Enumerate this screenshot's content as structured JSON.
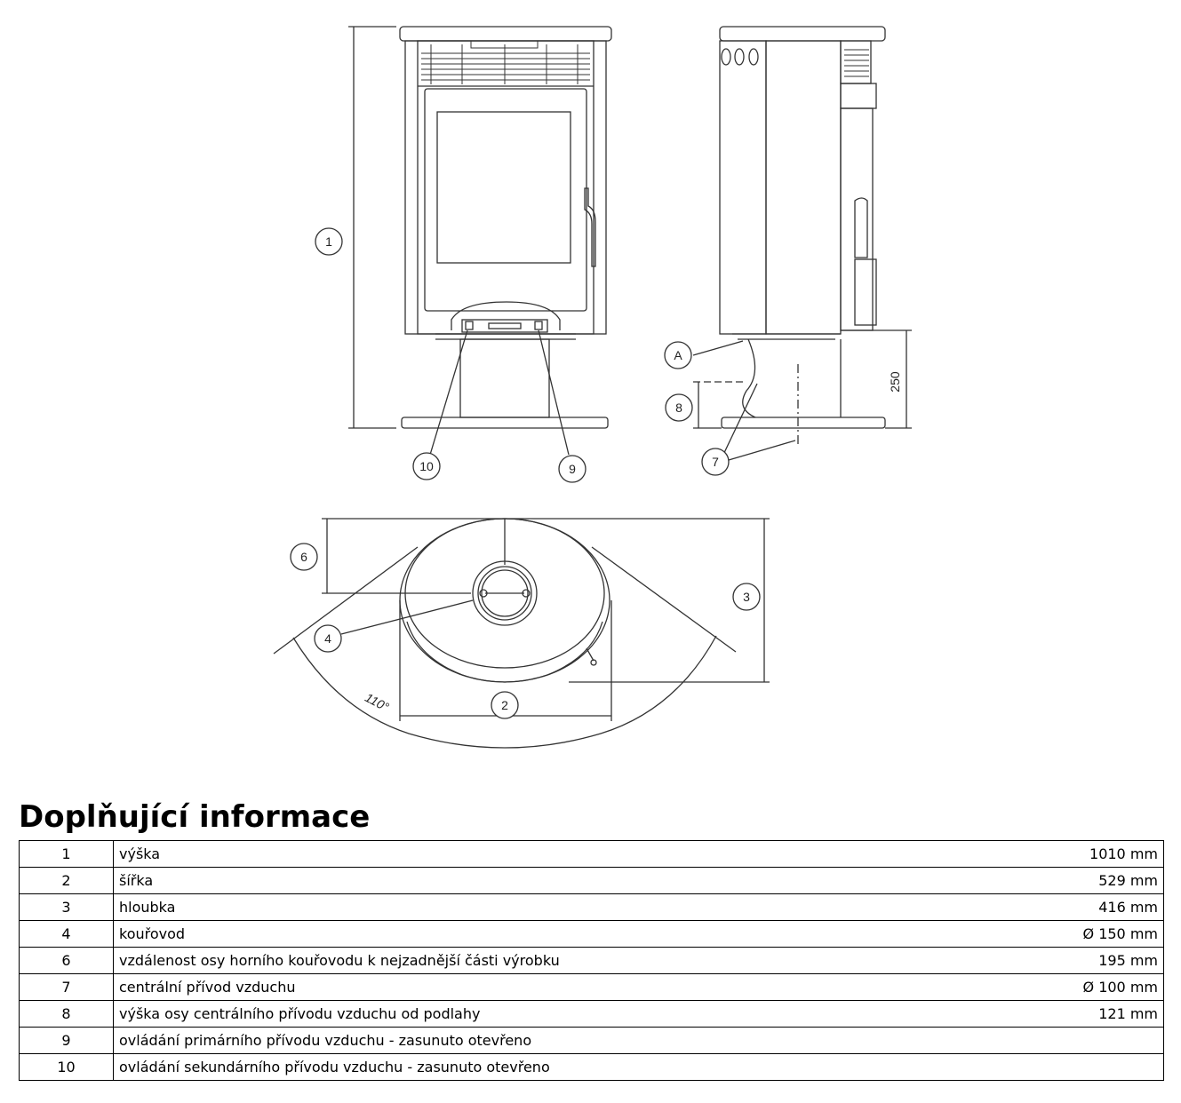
{
  "drawing": {
    "callouts": {
      "c1": "1",
      "c2": "2",
      "c3": "3",
      "c4": "4",
      "c6": "6",
      "c7": "7",
      "c8": "8",
      "c9": "9",
      "c10": "10",
      "cA": "A"
    },
    "dim_250": "250",
    "angle_110": "110°"
  },
  "heading": "Doplňující informace",
  "table": {
    "rows": [
      {
        "num": "1",
        "desc": "výška",
        "value": "1010 mm"
      },
      {
        "num": "2",
        "desc": "šířka",
        "value": "529 mm"
      },
      {
        "num": "3",
        "desc": "hloubka",
        "value": "416 mm"
      },
      {
        "num": "4",
        "desc": "kouřovod",
        "value": "Ø 150 mm"
      },
      {
        "num": "6",
        "desc": "vzdálenost osy horního kouřovodu k nejzadnější části výrobku",
        "value": "195 mm"
      },
      {
        "num": "7",
        "desc": "centrální přívod vzduchu",
        "value": "Ø 100 mm"
      },
      {
        "num": "8",
        "desc": "výška osy centrálního přívodu vzduchu od podlahy",
        "value": "121 mm"
      },
      {
        "num": "9",
        "desc": "ovládání primárního přívodu vzduchu - zasunuto otevřeno",
        "value": ""
      },
      {
        "num": "10",
        "desc": "ovládání sekundárního přívodu vzduchu - zasunuto otevřeno",
        "value": ""
      }
    ]
  }
}
